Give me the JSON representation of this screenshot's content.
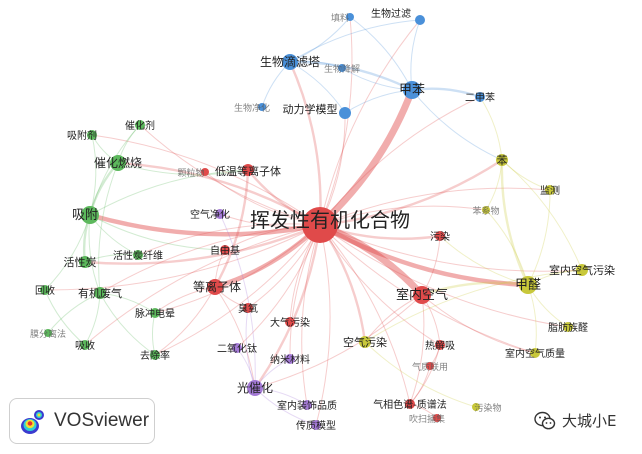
{
  "clusters": {
    "red": "#e04a4a",
    "blue": "#4a90d9",
    "green": "#5cb85c",
    "yellow": "#c8c83a",
    "purple": "#a47ad6"
  },
  "nodes": [
    {
      "id": "voc",
      "label": "挥发性有机化合物",
      "cluster": "red",
      "weight": 10
    },
    {
      "id": "indoor_air",
      "label": "室内空气",
      "cluster": "red",
      "weight": 5
    },
    {
      "id": "plasma",
      "label": "等离子体",
      "cluster": "red",
      "weight": 4
    },
    {
      "id": "lt_plasma",
      "label": "低温等离子体",
      "cluster": "red",
      "weight": 3
    },
    {
      "id": "particles",
      "label": "颗粒物",
      "cluster": "red",
      "weight": 1
    },
    {
      "id": "radical",
      "label": "自由基",
      "cluster": "red",
      "weight": 2
    },
    {
      "id": "ozone",
      "label": "臭氧",
      "cluster": "red",
      "weight": 2
    },
    {
      "id": "air_poll",
      "label": "大气污染",
      "cluster": "red",
      "weight": 2
    },
    {
      "id": "pollution",
      "label": "污染",
      "cluster": "red",
      "weight": 2
    },
    {
      "id": "thermal_desorb",
      "label": "热解吸",
      "cluster": "red",
      "weight": 2
    },
    {
      "id": "gcms_combo",
      "label": "气质联用",
      "cluster": "red",
      "weight": 1
    },
    {
      "id": "gcms",
      "label": "气相色谱-质谱法",
      "cluster": "red",
      "weight": 2
    },
    {
      "id": "blow_trap",
      "label": "吹扫捕集",
      "cluster": "red",
      "weight": 1
    },
    {
      "id": "benzene_tol",
      "label": "甲苯",
      "cluster": "blue",
      "weight": 5
    },
    {
      "id": "biofilter",
      "label": "生物滴滤塔",
      "cluster": "blue",
      "weight": 4
    },
    {
      "id": "bio_filter2",
      "label": "生物过滤",
      "cluster": "blue",
      "weight": 2
    },
    {
      "id": "packing",
      "label": "填料",
      "cluster": "blue",
      "weight": 1
    },
    {
      "id": "biodeg",
      "label": "生物降解",
      "cluster": "blue",
      "weight": 1
    },
    {
      "id": "bio_purify",
      "label": "生物净化",
      "cluster": "blue",
      "weight": 1
    },
    {
      "id": "kinetic",
      "label": "动力学模型",
      "cluster": "blue",
      "weight": 3
    },
    {
      "id": "xylene",
      "label": "二甲苯",
      "cluster": "blue",
      "weight": 2
    },
    {
      "id": "catalyst",
      "label": "催化剂",
      "cluster": "green",
      "weight": 2
    },
    {
      "id": "adsorbent",
      "label": "吸附剂",
      "cluster": "green",
      "weight": 2
    },
    {
      "id": "cat_comb",
      "label": "催化燃烧",
      "cluster": "green",
      "weight": 4
    },
    {
      "id": "adsorb",
      "label": "吸附",
      "cluster": "green",
      "weight": 5
    },
    {
      "id": "act_carbon",
      "label": "活性炭",
      "cluster": "green",
      "weight": 3
    },
    {
      "id": "acf",
      "label": "活性炭纤维",
      "cluster": "green",
      "weight": 2
    },
    {
      "id": "recover",
      "label": "回收",
      "cluster": "green",
      "weight": 2
    },
    {
      "id": "org_waste",
      "label": "有机废气",
      "cluster": "green",
      "weight": 3
    },
    {
      "id": "pulse_corona",
      "label": "脉冲电晕",
      "cluster": "green",
      "weight": 2
    },
    {
      "id": "membrane",
      "label": "膜分离法",
      "cluster": "green",
      "weight": 1
    },
    {
      "id": "absorb",
      "label": "吸收",
      "cluster": "green",
      "weight": 2
    },
    {
      "id": "removal",
      "label": "去除率",
      "cluster": "green",
      "weight": 2
    },
    {
      "id": "benzene",
      "label": "苯",
      "cluster": "yellow",
      "weight": 3
    },
    {
      "id": "monitor",
      "label": "监测",
      "cluster": "yellow",
      "weight": 2
    },
    {
      "id": "benzene_series",
      "label": "苯系物",
      "cluster": "yellow",
      "weight": 1
    },
    {
      "id": "formaldehyde",
      "label": "甲醛",
      "cluster": "yellow",
      "weight": 5
    },
    {
      "id": "indoor_poll",
      "label": "室内空气污染",
      "cluster": "yellow",
      "weight": 3
    },
    {
      "id": "aldehyde",
      "label": "脂肪族醛",
      "cluster": "yellow",
      "weight": 2
    },
    {
      "id": "air_quality",
      "label": "室内空气质量",
      "cluster": "yellow",
      "weight": 2
    },
    {
      "id": "air_pollution2",
      "label": "空气污染",
      "cluster": "yellow",
      "weight": 3
    },
    {
      "id": "pollutant",
      "label": "污染物",
      "cluster": "yellow",
      "weight": 1
    },
    {
      "id": "photocat",
      "label": "光催化",
      "cluster": "purple",
      "weight": 4
    },
    {
      "id": "tio2",
      "label": "二氧化钛",
      "cluster": "purple",
      "weight": 2
    },
    {
      "id": "nano",
      "label": "纳米材料",
      "cluster": "purple",
      "weight": 2
    },
    {
      "id": "air_purify",
      "label": "空气净化",
      "cluster": "purple",
      "weight": 2
    },
    {
      "id": "indoor_prod",
      "label": "室内装饰品质",
      "cluster": "purple",
      "weight": 2
    },
    {
      "id": "transfer",
      "label": "传质模型",
      "cluster": "purple",
      "weight": 2
    }
  ],
  "edges": [
    [
      "voc",
      "indoor_air",
      4
    ],
    [
      "voc",
      "benzene_tol",
      4
    ],
    [
      "voc",
      "adsorb",
      3
    ],
    [
      "voc",
      "formaldehyde",
      3
    ],
    [
      "voc",
      "plasma",
      3
    ],
    [
      "voc",
      "biofilter",
      2
    ],
    [
      "voc",
      "photocat",
      2
    ],
    [
      "voc",
      "cat_comb",
      2
    ],
    [
      "voc",
      "lt_plasma",
      2
    ],
    [
      "voc",
      "benzene",
      2
    ],
    [
      "voc",
      "act_carbon",
      2
    ],
    [
      "voc",
      "kinetic",
      1
    ],
    [
      "voc",
      "xylene",
      1
    ],
    [
      "voc",
      "pollution",
      2
    ],
    [
      "voc",
      "air_pollution2",
      2
    ],
    [
      "voc",
      "radical",
      1
    ],
    [
      "voc",
      "ozone",
      1
    ],
    [
      "voc",
      "air_poll",
      1
    ],
    [
      "voc",
      "tio2",
      1
    ],
    [
      "voc",
      "nano",
      1
    ],
    [
      "voc",
      "removal",
      1
    ],
    [
      "voc",
      "org_waste",
      1
    ],
    [
      "voc",
      "monitor",
      1
    ],
    [
      "voc",
      "thermal_desorb",
      1
    ],
    [
      "voc",
      "gcms",
      1
    ],
    [
      "voc",
      "indoor_poll",
      1
    ],
    [
      "voc",
      "bio_filter2",
      1
    ],
    [
      "voc",
      "packing",
      1
    ],
    [
      "voc",
      "catalyst",
      1
    ],
    [
      "voc",
      "adsorbent",
      1
    ],
    [
      "voc",
      "pulse_corona",
      1
    ],
    [
      "voc",
      "air_quality",
      1
    ],
    [
      "voc",
      "transfer",
      1
    ],
    [
      "voc",
      "indoor_prod",
      1
    ],
    [
      "voc",
      "particles",
      1
    ],
    [
      "voc",
      "acf",
      1
    ],
    [
      "voc",
      "benzene_series",
      1
    ],
    [
      "voc",
      "aldehyde",
      1
    ],
    [
      "voc",
      "recover",
      1
    ],
    [
      "voc",
      "absorb",
      1
    ],
    [
      "voc",
      "air_purify",
      1
    ],
    [
      "benzene_tol",
      "biofilter",
      2
    ],
    [
      "benzene_tol",
      "xylene",
      2
    ],
    [
      "benzene_tol",
      "kinetic",
      1
    ],
    [
      "benzene_tol",
      "bio_filter2",
      1
    ],
    [
      "benzene_tol",
      "packing",
      1
    ],
    [
      "benzene_tol",
      "biodeg",
      1
    ],
    [
      "benzene_tol",
      "benzene",
      1
    ],
    [
      "biofilter",
      "kinetic",
      1
    ],
    [
      "biofilter",
      "packing",
      1
    ],
    [
      "biofilter",
      "bio_filter2",
      1
    ],
    [
      "biofilter",
      "bio_purify",
      1
    ],
    [
      "biofilter",
      "biodeg",
      1
    ],
    [
      "adsorb",
      "act_carbon",
      2
    ],
    [
      "adsorb",
      "cat_comb",
      2
    ],
    [
      "adsorb",
      "adsorbent",
      1
    ],
    [
      "adsorb",
      "catalyst",
      1
    ],
    [
      "adsorb",
      "acf",
      1
    ],
    [
      "adsorb",
      "recover",
      1
    ],
    [
      "adsorb",
      "org_waste",
      1
    ],
    [
      "adsorb",
      "lt_plasma",
      1
    ],
    [
      "adsorb",
      "radical",
      1
    ],
    [
      "cat_comb",
      "catalyst",
      1
    ],
    [
      "cat_comb",
      "lt_plasma",
      1
    ],
    [
      "cat_comb",
      "adsorbent",
      1
    ],
    [
      "cat_comb",
      "org_waste",
      1
    ],
    [
      "org_waste",
      "absorb",
      1
    ],
    [
      "org_waste",
      "removal",
      1
    ],
    [
      "org_waste",
      "pulse_corona",
      1
    ],
    [
      "org_waste",
      "membrane",
      1
    ],
    [
      "act_carbon",
      "acf",
      1
    ],
    [
      "recover",
      "absorb",
      1
    ],
    [
      "removal",
      "pulse_corona",
      1
    ],
    [
      "formaldehyde",
      "indoor_air",
      2
    ],
    [
      "formaldehyde",
      "benzene",
      2
    ],
    [
      "formaldehyde",
      "monitor",
      1
    ],
    [
      "formaldehyde",
      "indoor_poll",
      1
    ],
    [
      "formaldehyde",
      "aldehyde",
      1
    ],
    [
      "formaldehyde",
      "air_quality",
      1
    ],
    [
      "formaldehyde",
      "benzene_series",
      1
    ],
    [
      "formaldehyde",
      "pollution",
      1
    ],
    [
      "benzene",
      "monitor",
      1
    ],
    [
      "benzene",
      "benzene_series",
      1
    ],
    [
      "benzene",
      "xylene",
      1
    ],
    [
      "benzene",
      "indoor_poll",
      1
    ],
    [
      "indoor_air",
      "pollution",
      1
    ],
    [
      "indoor_air",
      "thermal_desorb",
      1
    ],
    [
      "indoor_air",
      "air_pollution2",
      1
    ],
    [
      "indoor_air",
      "gcms",
      1
    ],
    [
      "indoor_air",
      "air_quality",
      1
    ],
    [
      "indoor_air",
      "photocat",
      1
    ],
    [
      "plasma",
      "lt_plasma",
      2
    ],
    [
      "plasma",
      "radical",
      1
    ],
    [
      "plasma",
      "ozone",
      1
    ],
    [
      "plasma",
      "photocat",
      1
    ],
    [
      "plasma",
      "pulse_corona",
      1
    ],
    [
      "plasma",
      "removal",
      1
    ],
    [
      "photocat",
      "tio2",
      1
    ],
    [
      "photocat",
      "nano",
      1
    ],
    [
      "photocat",
      "air_purify",
      1
    ],
    [
      "photocat",
      "indoor_prod",
      1
    ],
    [
      "photocat",
      "transfer",
      1
    ],
    [
      "photocat",
      "ozone",
      1
    ],
    [
      "gcms",
      "thermal_desorb",
      1
    ],
    [
      "gcms",
      "blow_trap",
      1
    ],
    [
      "gcms",
      "gcms_combo",
      1
    ],
    [
      "thermal_desorb",
      "gcms_combo",
      1
    ],
    [
      "air_pollution2",
      "pollutant",
      1
    ],
    [
      "air_pollution2",
      "indoor_poll",
      1
    ]
  ],
  "badge": {
    "label": "VOSviewer"
  },
  "watermark": {
    "label": "大城小E"
  }
}
